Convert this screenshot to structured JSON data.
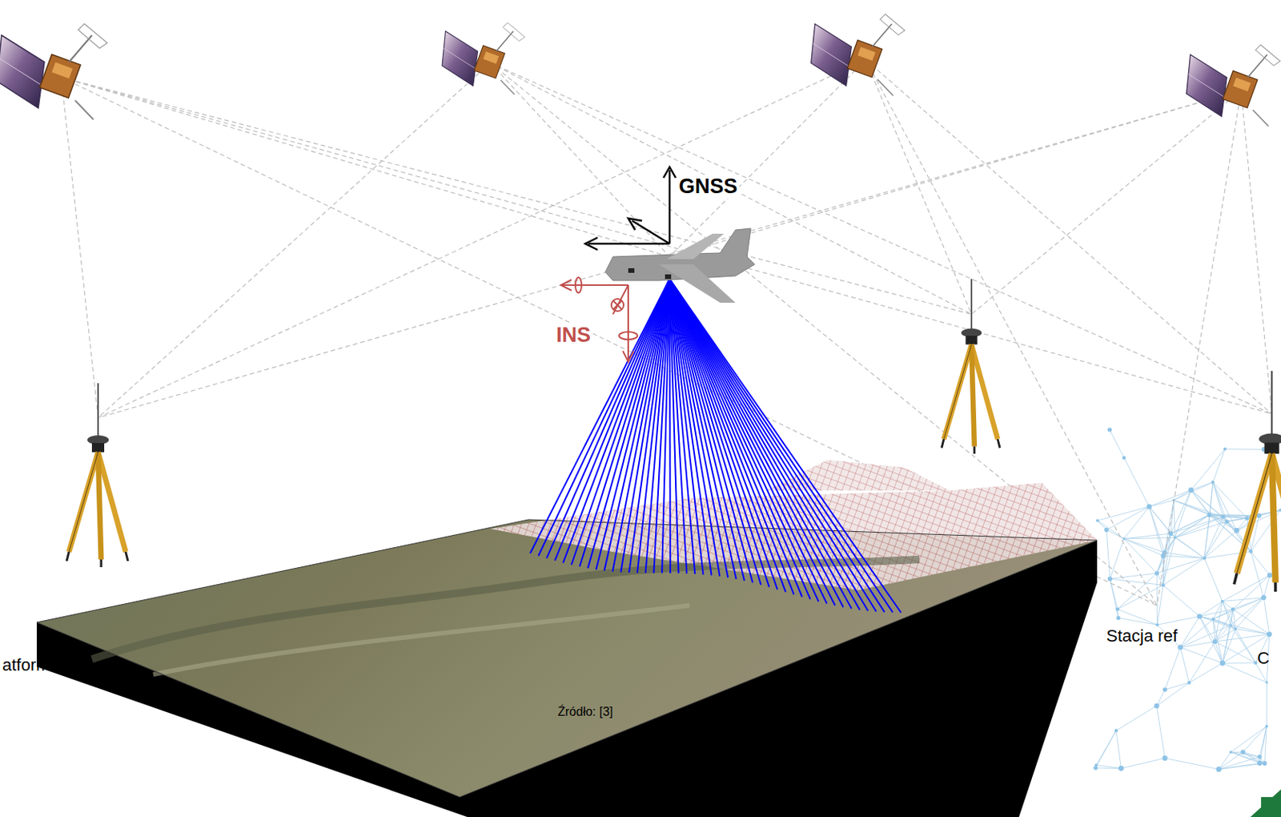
{
  "diagram": {
    "labels": [
      "GNSS",
      "INS",
      "Stacja ref",
      "C",
      "atformie",
      "Źródło: [3]"
    ]
  }
}
